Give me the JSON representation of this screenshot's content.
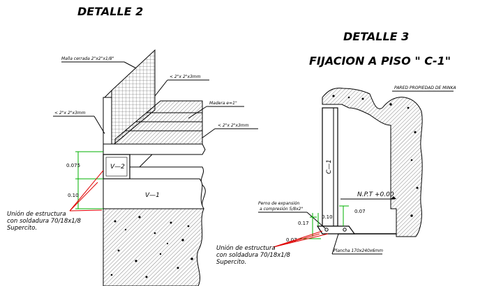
{
  "detail2": {
    "title": "DETALLE 2",
    "mesh_label": "Malla cerrada 2\"x2\"x1/8\"",
    "angle_top_label": "<  2\"x 2\"x3mm",
    "wood_label": "Madera e=1\"",
    "angle_right_label": "<  2\"x 2\"x3mm",
    "angle_left_label": "<  2\"x 2\"x3mm",
    "beam_v2": "V—2",
    "beam_v1": "V—1",
    "dim_top": "0.075",
    "dim_bottom": "0.10",
    "weld_line1": "Unión de estructura",
    "weld_line2": "con soldadura 70/18x1/8",
    "weld_line3": "Supercito."
  },
  "detail3": {
    "title_line1": "DETALLE 3",
    "title_line2": "FIJACION  A PISO \" C-1\"",
    "wall_label": "PARED PROPIEDAD DE MINKA",
    "column_label": "C—1",
    "npt_label": "N.P.T +0.00",
    "bolt_line1": "Perno de expansión",
    "bolt_line2": "a compresión 5/8x2\"",
    "plate_label": "Plancha 170x240x6mm",
    "dim_007_right": "0.07",
    "dim_017": "0.17",
    "dim_010": "0.10",
    "dim_007_left": "0.07",
    "weld_line1": "Unión de estructura",
    "weld_line2": "con soldadura 70/18x1/8",
    "weld_line3": "Supercito."
  },
  "colors": {
    "leader_red": "#e00000",
    "dimension_green": "#00b000",
    "line_black": "#000000"
  }
}
